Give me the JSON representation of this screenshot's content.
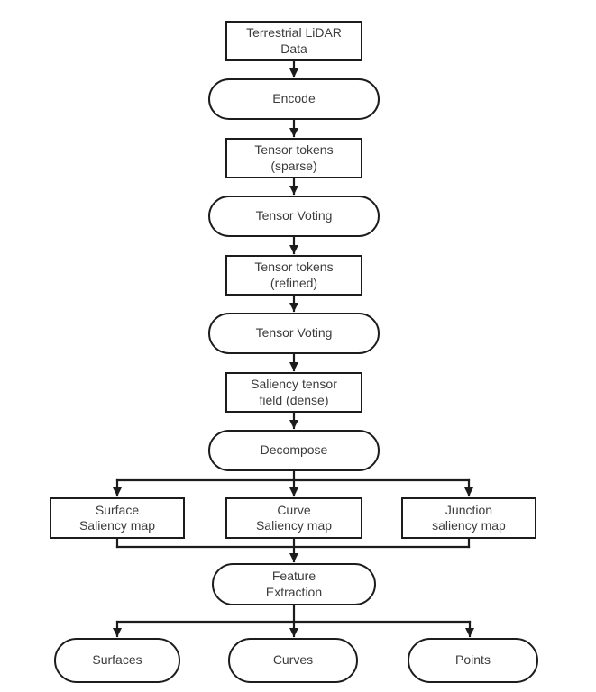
{
  "diagram": {
    "type": "flowchart",
    "nodes": [
      {
        "id": "terrestrial-lidar-data",
        "shape": "rect",
        "label": "Terrestrial LiDAR\nData"
      },
      {
        "id": "encode",
        "shape": "stadium",
        "label": "Encode"
      },
      {
        "id": "tensor-tokens-sparse",
        "shape": "rect",
        "label": "Tensor tokens\n(sparse)"
      },
      {
        "id": "tensor-voting-1",
        "shape": "stadium",
        "label": "Tensor Voting"
      },
      {
        "id": "tensor-tokens-refined",
        "shape": "rect",
        "label": "Tensor tokens\n(refined)"
      },
      {
        "id": "tensor-voting-2",
        "shape": "stadium",
        "label": "Tensor Voting"
      },
      {
        "id": "saliency-tensor-field",
        "shape": "rect",
        "label": "Saliency tensor\nfield (dense)"
      },
      {
        "id": "decompose",
        "shape": "stadium",
        "label": "Decompose"
      },
      {
        "id": "surface-saliency-map",
        "shape": "rect",
        "label": "Surface\nSaliency map"
      },
      {
        "id": "curve-saliency-map",
        "shape": "rect",
        "label": "Curve\nSaliency map"
      },
      {
        "id": "junction-saliency-map",
        "shape": "rect",
        "label": "Junction\nsaliency map"
      },
      {
        "id": "feature-extraction",
        "shape": "stadium",
        "label": "Feature\nExtraction"
      },
      {
        "id": "surfaces",
        "shape": "stadium",
        "label": "Surfaces"
      },
      {
        "id": "curves",
        "shape": "stadium",
        "label": "Curves"
      },
      {
        "id": "points",
        "shape": "stadium",
        "label": "Points"
      }
    ],
    "edges": [
      "terrestrial-lidar-data->encode",
      "encode->tensor-tokens-sparse",
      "tensor-tokens-sparse->tensor-voting-1",
      "tensor-voting-1->tensor-tokens-refined",
      "tensor-tokens-refined->tensor-voting-2",
      "tensor-voting-2->saliency-tensor-field",
      "saliency-tensor-field->decompose",
      "decompose->surface-saliency-map",
      "decompose->curve-saliency-map",
      "decompose->junction-saliency-map",
      "surface-saliency-map->feature-extraction",
      "curve-saliency-map->feature-extraction",
      "junction-saliency-map->feature-extraction",
      "feature-extraction->surfaces",
      "feature-extraction->curves",
      "feature-extraction->points"
    ]
  },
  "colors": {
    "stroke": "#1c1c1c",
    "text": "#3c3c3c",
    "background": "#ffffff"
  }
}
